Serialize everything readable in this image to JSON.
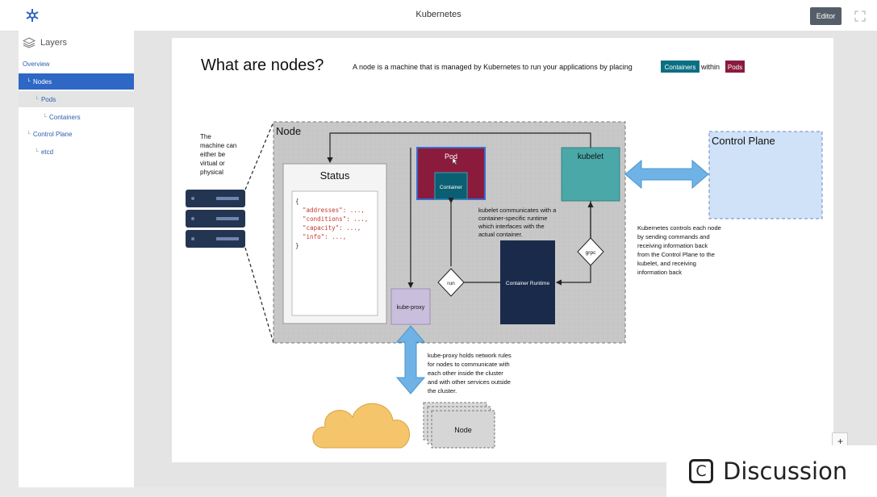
{
  "app": {
    "title": "Kubernetes",
    "editor_label": "Editor",
    "logo_icon": "kubernetes-helm-icon",
    "expand_icon": "expand-arrows-icon"
  },
  "sidebar": {
    "layers_label": "Layers",
    "items": [
      {
        "label": "Overview",
        "prefix": "",
        "level": 0,
        "state": "normal"
      },
      {
        "label": "Nodes",
        "prefix": "└",
        "level": 1,
        "state": "active"
      },
      {
        "label": "Pods",
        "prefix": "└",
        "level": 2,
        "state": "highlight"
      },
      {
        "label": "Containers",
        "prefix": "└",
        "level": 3,
        "state": "normal"
      },
      {
        "label": "Control Plane",
        "prefix": "└",
        "level": 1,
        "state": "normal"
      },
      {
        "label": "etcd",
        "prefix": "└",
        "level": 2,
        "state": "normal"
      }
    ]
  },
  "slide": {
    "heading": "What are nodes?",
    "subtitle_prefix": "A node is a machine that is managed by Kubernetes to run your applications by placing",
    "containers_tag": "Containers",
    "within": "within",
    "pods_tag": "Pods",
    "machine_note": [
      "The",
      "machine can",
      "either be",
      "virtual or",
      "physical"
    ],
    "node_label": "Node",
    "status_title": "Status",
    "status_code": [
      "{",
      "  \"addresses\": ...,",
      "  \"conditions\": ...,",
      "  \"capacity\": ...,",
      "  \"info\": ...,",
      "}"
    ],
    "pod_label": "Pod",
    "container_label": "Container",
    "kubelet_label": "kubelet",
    "kubelet_note": [
      "kubelet communicates with a",
      "container-specific runtime",
      "which interfaces with the",
      "actual container."
    ],
    "grpc_label": "grpc",
    "run_label": "run",
    "runtime_label": "Container Runtime",
    "kubeproxy_label": "kube-proxy",
    "control_plane_label": "Control Plane",
    "cp_note": [
      "Kubernetes controls each node",
      "by sending commands and",
      "receiving information back",
      "from the Control Plane to the",
      "kubelet, and receiving",
      "information back"
    ],
    "proxy_note": [
      "kube-proxy holds network rules",
      "for nodes to communicate with",
      "each other inside the cluster",
      "and with other services outside",
      "the cluster."
    ],
    "node_stack_label": "Node"
  },
  "colors": {
    "accent": "#2e67c4",
    "pod": "#8a1b3c",
    "container": "#0b5f72",
    "kubelet": "#4aa8a8",
    "runtime": "#1a2a4a",
    "kubeproxy": "#c9bfdc",
    "control_plane": "#cfe2f8",
    "arrow": "#6fb3e6",
    "cloud": "#f5c56b",
    "server": "#243552"
  },
  "plus_label": "+",
  "discussion": {
    "label": "Discussion",
    "icon_glyph": "C"
  }
}
